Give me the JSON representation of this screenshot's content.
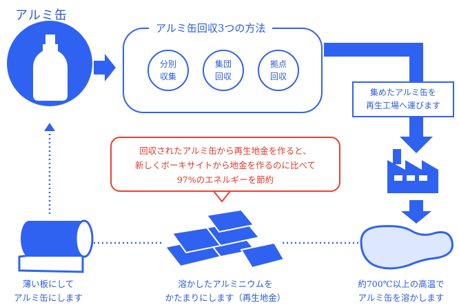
{
  "title": "アルミ缶",
  "methods": {
    "title": "アルミ缶回収3つの方法",
    "items": [
      {
        "label": "分別\n収集"
      },
      {
        "label": "集団\n回収"
      },
      {
        "label": "拠点\n回収"
      }
    ]
  },
  "transport_note": "集めたアルミ缶を\n再生工場へ運びます",
  "callout": "回収されたアルミ缶から再生地金を作ると、\n新しくボーキサイトから地金を作るのに比べて\n97%のエネルギーを節約",
  "captions": {
    "sheet": "薄い板にして\nアルミ缶にします",
    "ingot": "溶かしたアルミニウムを\nかたまりにします（再生地金）",
    "melt": "約700℃以上の高温で\nアルミ缶を溶かします"
  },
  "colors": {
    "primary": "#2f62f0",
    "accent": "#e8402f"
  }
}
